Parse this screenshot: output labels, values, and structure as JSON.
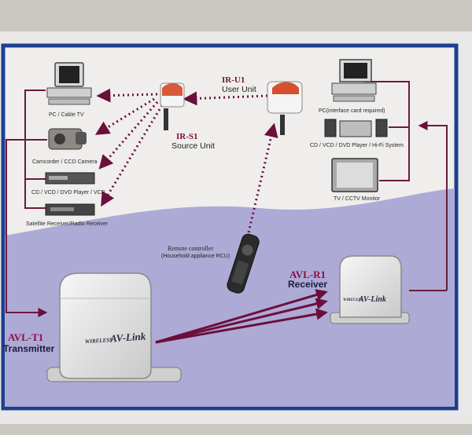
{
  "top_devices": {
    "pc_cable_tv": "PC / Cable TV",
    "camcorder": "Camcorder / CCD Camera",
    "dvd_player": "CD / VCD / DVD Player / VCR",
    "satellite": "Satellite Receiver/Radio Receiver"
  },
  "source_unit": {
    "code": "IR-S1",
    "name": "Source Unit"
  },
  "user_unit": {
    "code": "IR-U1",
    "name": "User Unit"
  },
  "receiver_devices": {
    "pc": "PC(interface card required)",
    "hifi": "CD / VCD / DVD Player / Hi-Fi System",
    "tv": "TV / CCTV Monitor"
  },
  "remote": {
    "title": "Remote controller",
    "subtitle": "(Household appliance RCU)"
  },
  "transmitter": {
    "code": "AVL-T1",
    "name": "Transmitter",
    "brand_small": "WIRELESS",
    "brand_big": "AV-Link"
  },
  "receiver": {
    "code": "AVL-R1",
    "name": "Receiver",
    "brand_small": "WIRELESS",
    "brand_big": "AV-Link"
  },
  "colors": {
    "panel_top": "#efeeec",
    "panel_bottom": "#aeaad6",
    "border": "#1d3f8f",
    "arrow": "#6b0f3c",
    "line": "#6b1b3b"
  }
}
